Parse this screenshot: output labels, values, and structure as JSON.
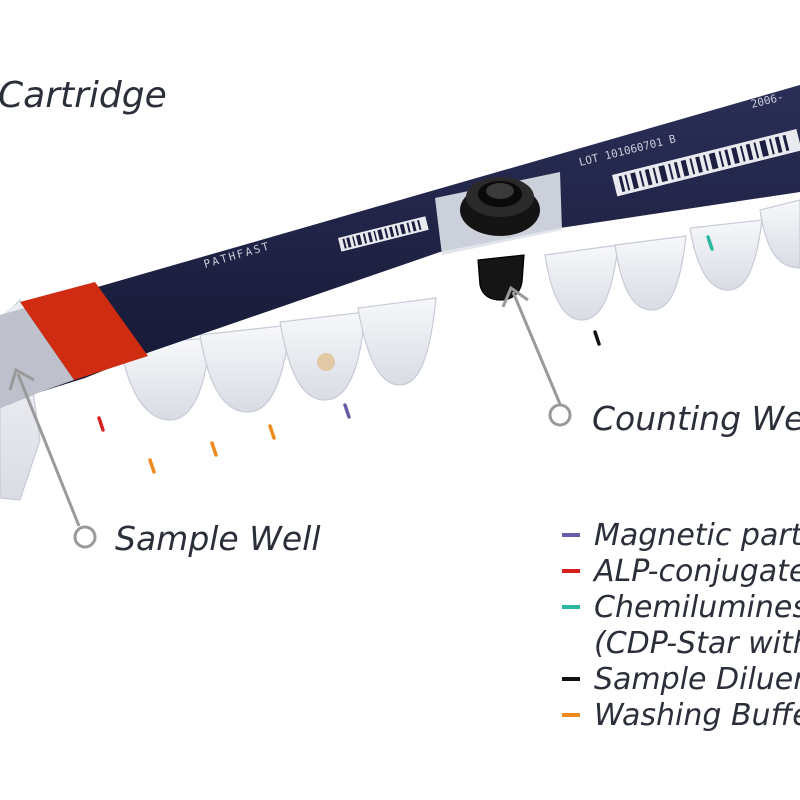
{
  "title": "Cartridge",
  "device_brand": "PATHFAST",
  "lot_text": "LOT 101060701 B",
  "date_text": "2006-",
  "labels": {
    "counting_well": "Counting We",
    "sample_well": "Sample Well"
  },
  "legend": [
    {
      "text": "Magnetic partu",
      "color": "#6b5aa8"
    },
    {
      "text": "ALP-conjugate",
      "color": "#d81f1f"
    },
    {
      "text": "Chemilumines",
      "color": "#2cb8a0"
    },
    {
      "text": "(CDP-Star with",
      "color": ""
    },
    {
      "text": "Sample Diluen",
      "color": "#111111"
    },
    {
      "text": "Washing Buffe",
      "color": "#ee8a1e"
    }
  ],
  "colors": {
    "strip": "#1c1f3f",
    "red_label": "#d02c12",
    "well_plastic": "#eef0f4",
    "callout": "#9a9a9a"
  }
}
